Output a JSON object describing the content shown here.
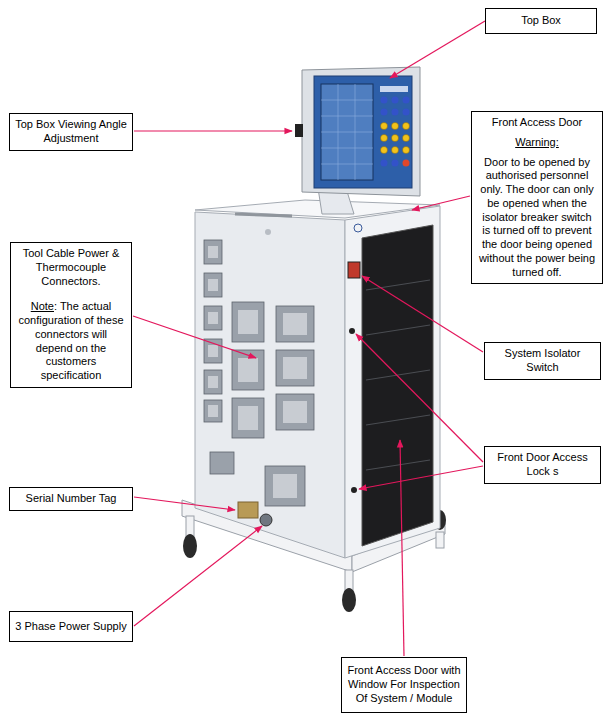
{
  "diagram": {
    "nodes": [
      {
        "text": [
          "Top Box"
        ]
      },
      {
        "text": [
          "Top Box Viewing Angle Adjustment"
        ]
      },
      {
        "text": [
          "Front Access Door",
          "Warning:",
          "Door to be opened by authorised personnel only. The door can only be opened when the isolator breaker switch is turned off to prevent the door being opened without the power being turned off."
        ]
      },
      {
        "text": [
          "Tool Cable Power & Thermocouple Connectors.",
          "Note",
          ": The actual configuration of these connectors will depend on the customers specification"
        ]
      },
      {
        "text": [
          "System Isolator Switch"
        ]
      },
      {
        "text": [
          "Front Door Access Lock s"
        ]
      },
      {
        "text": [
          "Serial Number Tag"
        ]
      },
      {
        "text": [
          "3 Phase Power Supply"
        ]
      },
      {
        "text": [
          "Front Access Door with Window For Inspection Of System / Module"
        ]
      }
    ]
  }
}
